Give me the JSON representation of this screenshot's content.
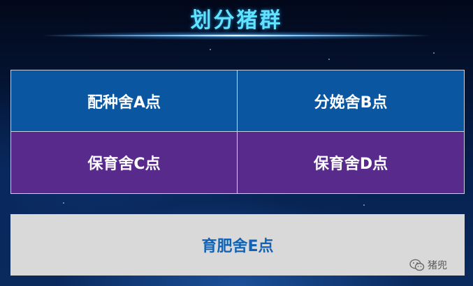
{
  "header": {
    "title": "划分猪群"
  },
  "grid": {
    "cells": [
      {
        "label": "配种舍A点",
        "color": "#0a56a0"
      },
      {
        "label": "分娩舍B点",
        "color": "#0a56a0"
      },
      {
        "label": "保育舍C点",
        "color": "#572a8c"
      },
      {
        "label": "保育舍D点",
        "color": "#572a8c"
      }
    ]
  },
  "bottom": {
    "label": "育肥舍E点",
    "background": "#d9d9d9",
    "text_color": "#1263b5"
  },
  "watermark": {
    "icon": "wechat-icon",
    "label": "猪兜"
  },
  "colors": {
    "title": "#5fe3ff",
    "border": "#c7cfe0"
  }
}
